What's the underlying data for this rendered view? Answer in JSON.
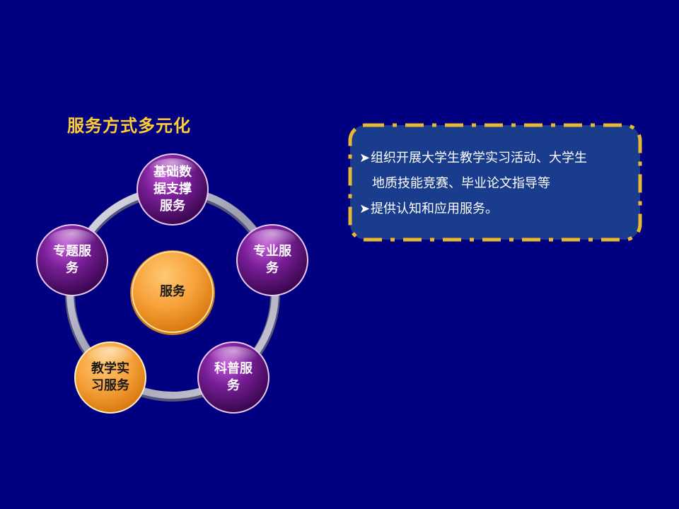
{
  "title": "服务方式多元化",
  "diagram": {
    "center": {
      "label": "服务"
    },
    "nodes": [
      {
        "label": "基础数\n据支撑\n服务",
        "style": "purple"
      },
      {
        "label": "专业服\n务",
        "style": "purple"
      },
      {
        "label": "科普服\n务",
        "style": "purple"
      },
      {
        "label": "教学实\n习服务",
        "style": "orange"
      },
      {
        "label": "专题服\n务",
        "style": "purple"
      }
    ]
  },
  "info": {
    "bullet_icon": "arrowhead-bullet-icon",
    "item1_line1": "组织开展大学生教学实习活动、大学生",
    "item1_line2": "地质技能竞赛、毕业论文指导等",
    "item2": "提供认知和应用服务。"
  },
  "colors": {
    "background": "#000080",
    "title": "#ffcc33",
    "purple_node": "#6a1a8a",
    "orange_node": "#f5a038",
    "box_border": "#e8b830",
    "box_fill": "#1a3c8c"
  }
}
